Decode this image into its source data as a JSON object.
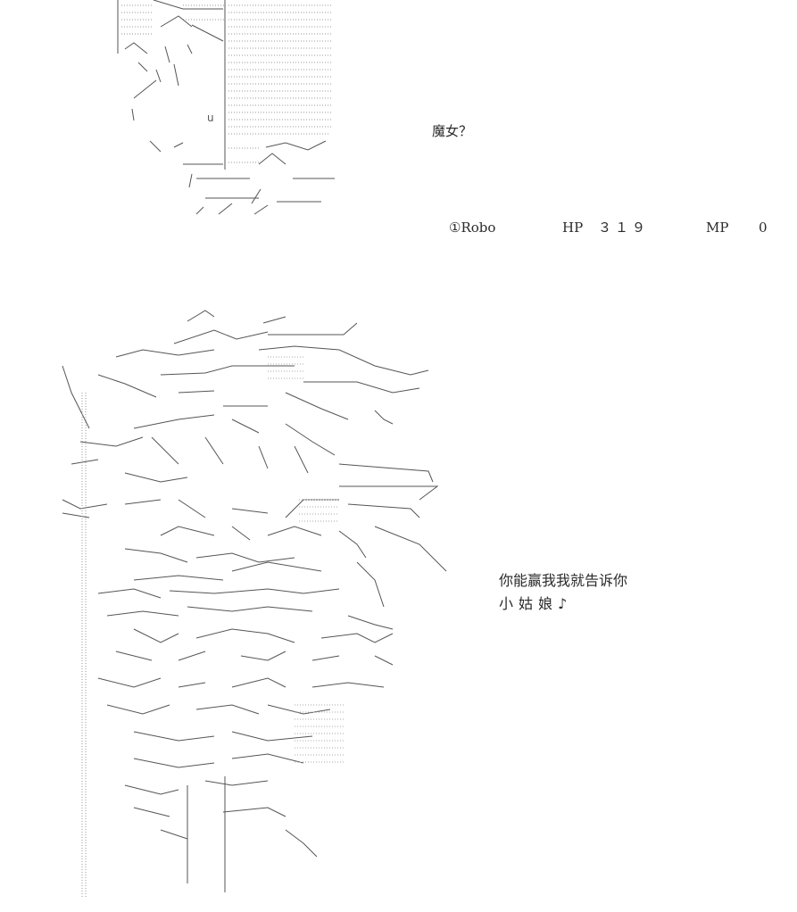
{
  "top_label": {
    "text": "魔女？"
  },
  "status": {
    "name": "①Robo",
    "hp_label": "HP",
    "hp_value": "３１９",
    "mp_label": "MP",
    "mp_value": "0"
  },
  "dialogue": {
    "line1": "你能赢我我就告诉你",
    "line2": "小姑娘♪"
  },
  "colors": {
    "background": "#ffffff",
    "ink": "#444444",
    "text": "#2a2a2a"
  }
}
